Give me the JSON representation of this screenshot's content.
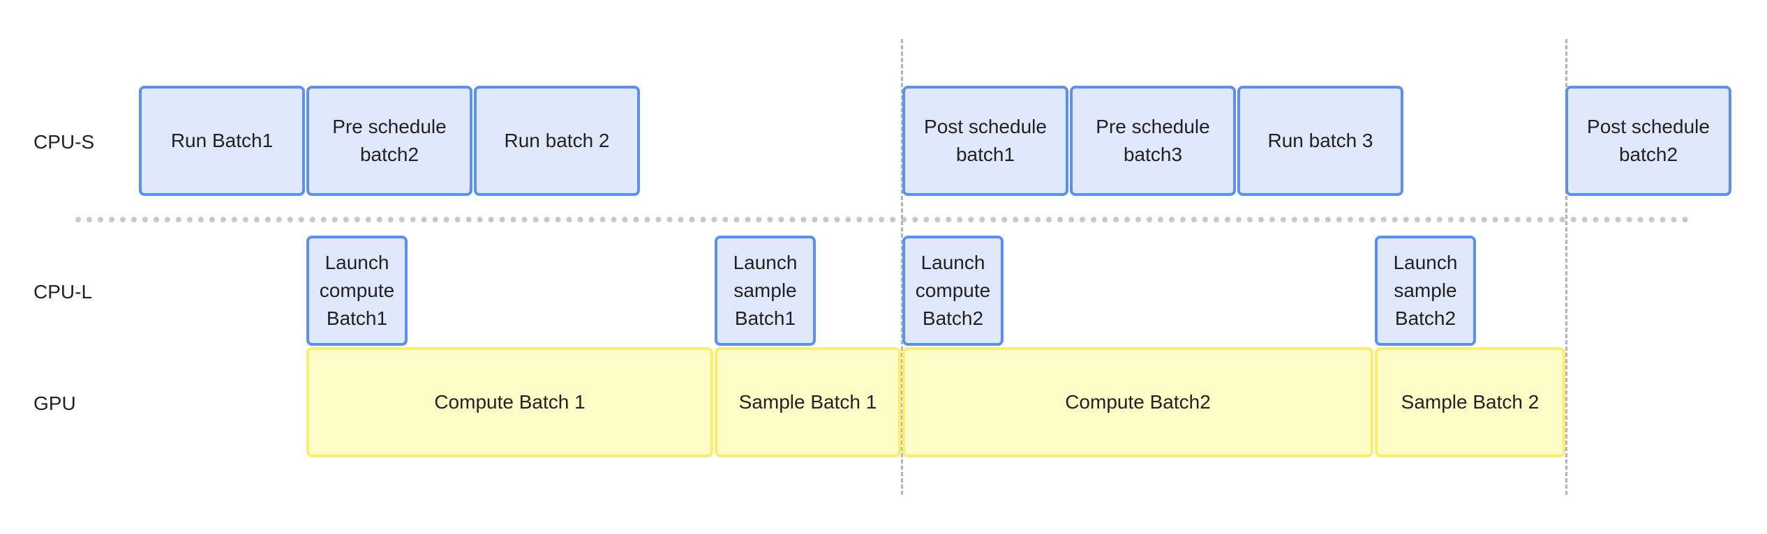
{
  "rows": {
    "cpu_s": "CPU-S",
    "cpu_l": "CPU-L",
    "gpu": "GPU"
  },
  "colors": {
    "cpu_fill": "#e0e8fb",
    "cpu_border": "#5b8ff0",
    "gpu_fill": "#fdfcc6",
    "gpu_border": "#f8ef6e",
    "separator": "#c8c8c8"
  },
  "cpu_s_tasks": [
    "Run  Batch1",
    "Pre schedule\nbatch2",
    "Run batch 2",
    "Post schedule\nbatch1",
    "Pre schedule\nbatch3",
    "Run batch 3",
    "Post schedule\nbatch2"
  ],
  "cpu_l_tasks": [
    "Launch\ncompute\nBatch1",
    "Launch\nsample\nBatch1",
    "Launch\ncompute\nBatch2",
    "Launch\nsample\nBatch2"
  ],
  "gpu_tasks": [
    "Compute Batch 1",
    "Sample Batch 1",
    "Compute Batch2",
    "Sample Batch 2"
  ]
}
